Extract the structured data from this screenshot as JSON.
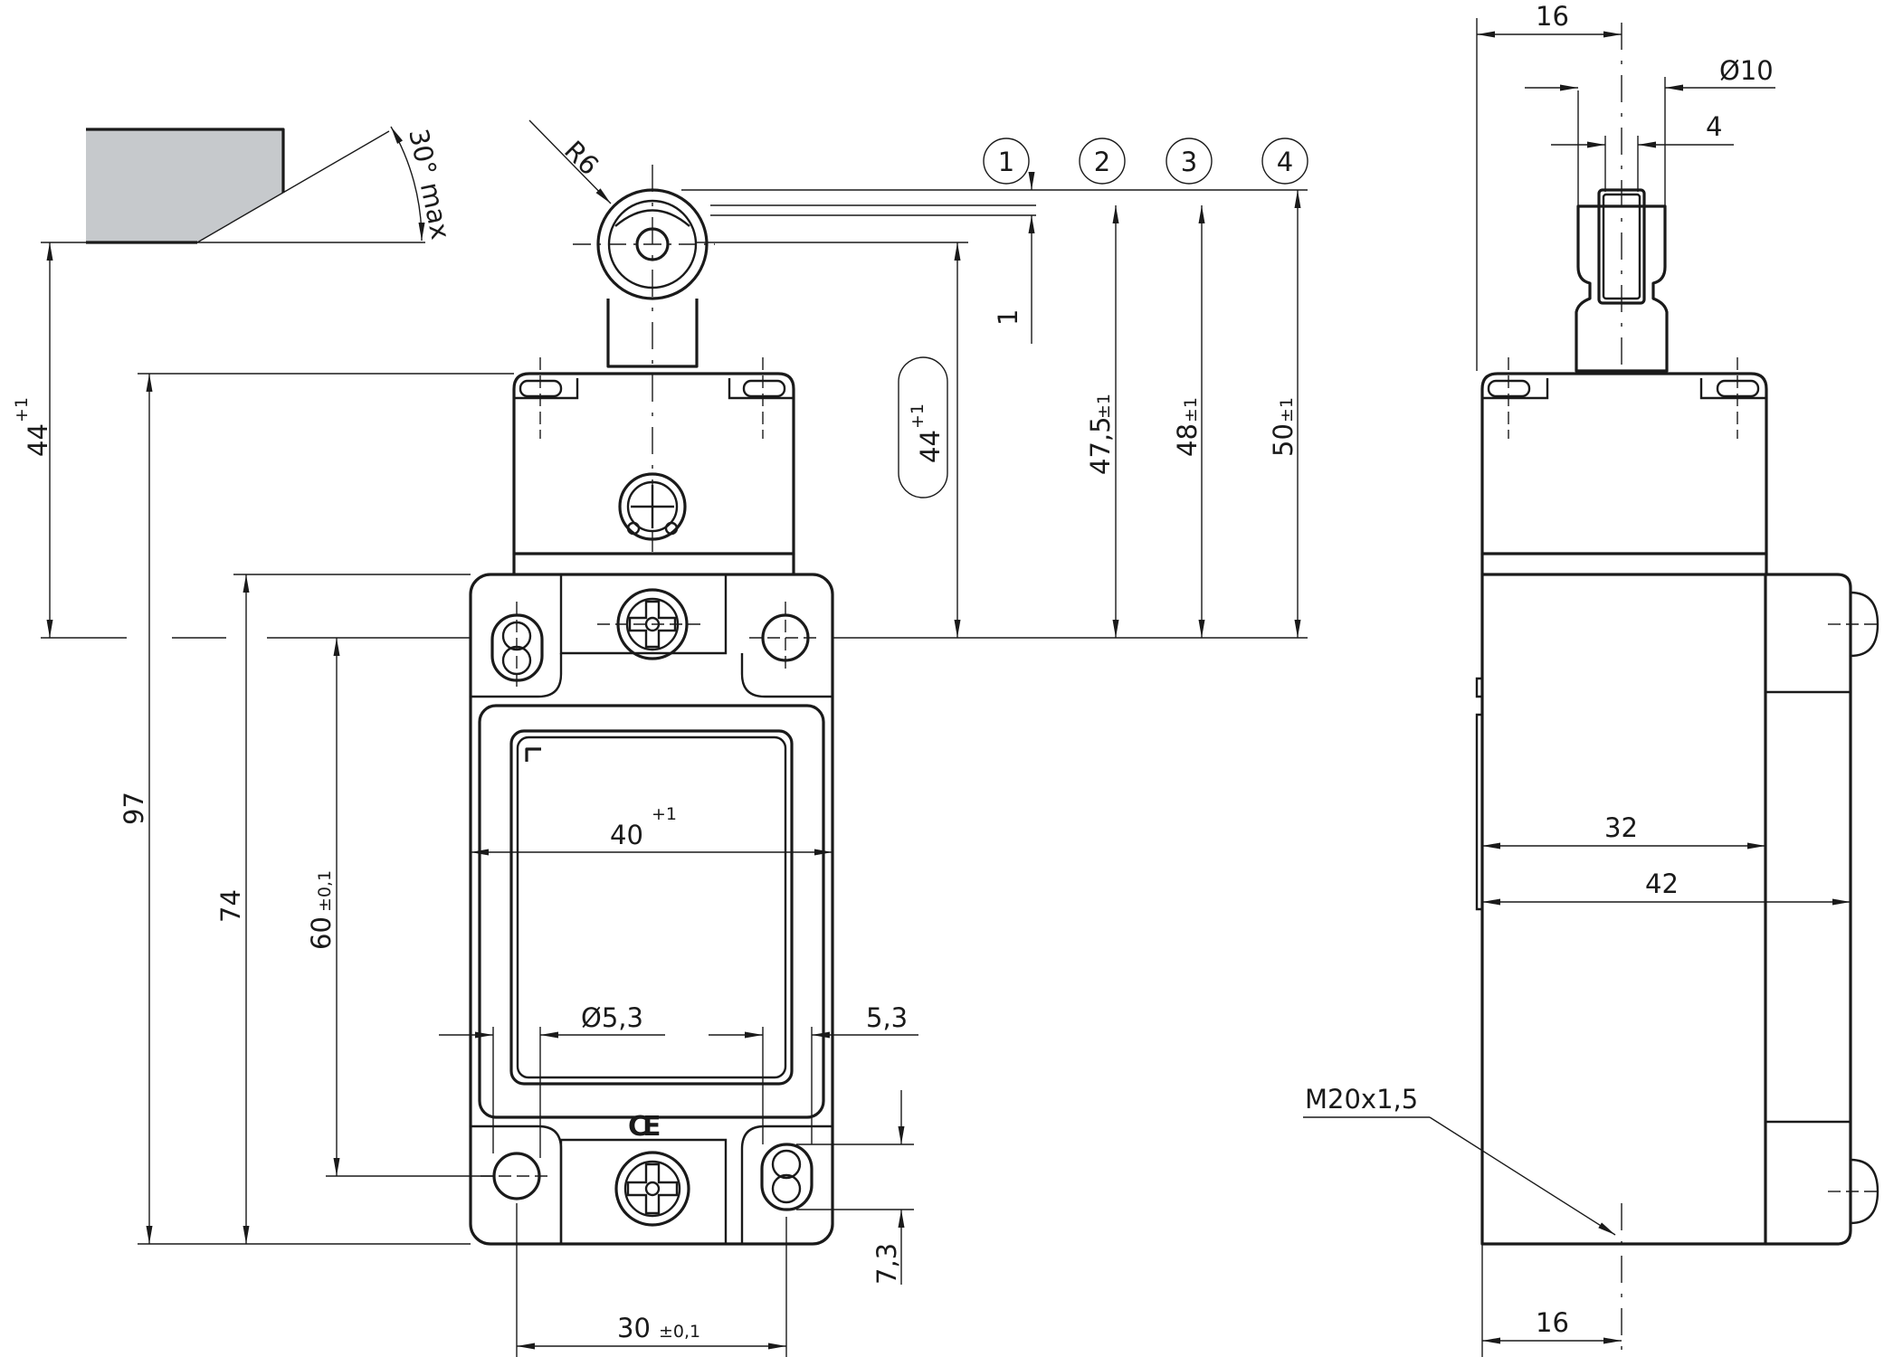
{
  "dimensions": {
    "d_44_left": "44",
    "d_44_left_tol": "+1",
    "d_97": "97",
    "d_74": "74",
    "d_60": "60",
    "d_60_tol": "±0,1",
    "d_40": "40",
    "d_40_tol": "+1",
    "d_d53": "Ø5,3",
    "d_53": "5,3",
    "d_73": "7,3",
    "d_30": "30",
    "d_30_tol": "±0,1",
    "d_r6": "R6",
    "d_30deg": "30° max",
    "d_1": "1",
    "d_44_mid": "44",
    "d_44_mid_tol": "+1",
    "d_475": "47,5",
    "d_475_tol": "±1",
    "d_48": "48",
    "d_48_tol": "±1",
    "d_50": "50",
    "d_50_tol": "±1",
    "d_16_top": "16",
    "d_d10": "Ø10",
    "d_4": "4",
    "d_32": "32",
    "d_42": "42",
    "d_m20": "M20x1,5",
    "d_16_bottom": "16"
  },
  "positions": [
    "1",
    "2",
    "3",
    "4"
  ],
  "marks": {
    "ce": "CE"
  }
}
